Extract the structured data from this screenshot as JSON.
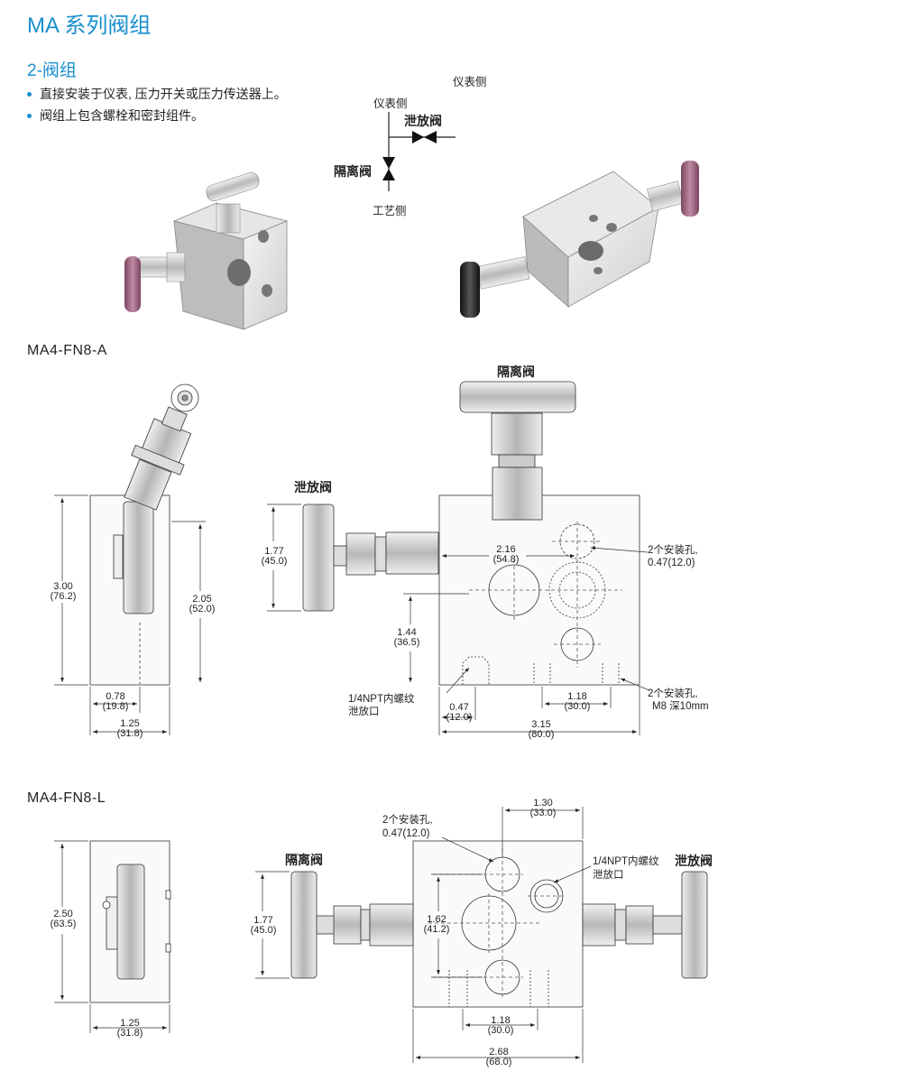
{
  "page": {
    "title": "MA 系列阀组",
    "subtitle": "2-阀组",
    "bullets": [
      "直接安装于仪表, 压力开关或压力传送器上。",
      "阀组上包含螺栓和密封组件。"
    ]
  },
  "schematic": {
    "top_label": "仪表侧",
    "instrument_side": "仪表侧",
    "vent_valve": "泄放阀",
    "isolate_valve": "隔离阀",
    "process_side": "工艺侧"
  },
  "model_a": {
    "name": "MA4-FN8-A",
    "isolate_valve": "隔离阀",
    "vent_valve": "泄放阀",
    "dims": {
      "h_total": "3.00",
      "h_total_mm": "(76.2)",
      "h_block": "2.05",
      "h_block_mm": "(52.0)",
      "w_side_a": "0.78",
      "w_side_a_mm": "(19.8)",
      "w_side": "1.25",
      "w_side_mm": "(31.8)",
      "h_vent": "1.77",
      "h_vent_mm": "(45.0)",
      "c_to_c": "2.16",
      "c_to_c_mm": "(54.8)",
      "h_port": "1.44",
      "h_port_mm": "(36.5)",
      "x_port": "0.47",
      "x_port_mm": "(12.0)",
      "holes_span": "1.18",
      "holes_span_mm": "(30.0)",
      "w_total": "3.15",
      "w_total_mm": "(80.0)"
    },
    "notes": {
      "mount_holes_1": "2个安装孔,",
      "mount_holes_1_size": "0.47(12.0)",
      "npt_1": "1/4NPT内螺纹",
      "npt_2": "泄放口",
      "mount_holes_2": "2个安装孔,",
      "mount_holes_2_size": "M8 深10mm"
    }
  },
  "model_l": {
    "name": "MA4-FN8-L",
    "isolate_valve": "隔离阀",
    "vent_valve": "泄放阀",
    "dims": {
      "h_total": "2.50",
      "h_total_mm": "(63.5)",
      "w_side": "1.25",
      "w_side_mm": "(31.8)",
      "h_valve": "1.77",
      "h_valve_mm": "(45.0)",
      "top_x": "1.30",
      "top_x_mm": "(33.0)",
      "h_mid": "1.62",
      "h_mid_mm": "(41.2)",
      "holes_span": "1.18",
      "holes_span_mm": "(30.0)",
      "w_total": "2.68",
      "w_total_mm": "(68.0)"
    },
    "notes": {
      "mount_holes": "2个安装孔,",
      "mount_holes_size": "0.47(12.0)",
      "npt_1": "1/4NPT内螺纹",
      "npt_2": "泄放口"
    }
  },
  "colors": {
    "accent": "#1a8fd0",
    "handle_pink": "#a0607e",
    "handle_black": "#2b2b2b",
    "steel": "#c9c9c9"
  }
}
